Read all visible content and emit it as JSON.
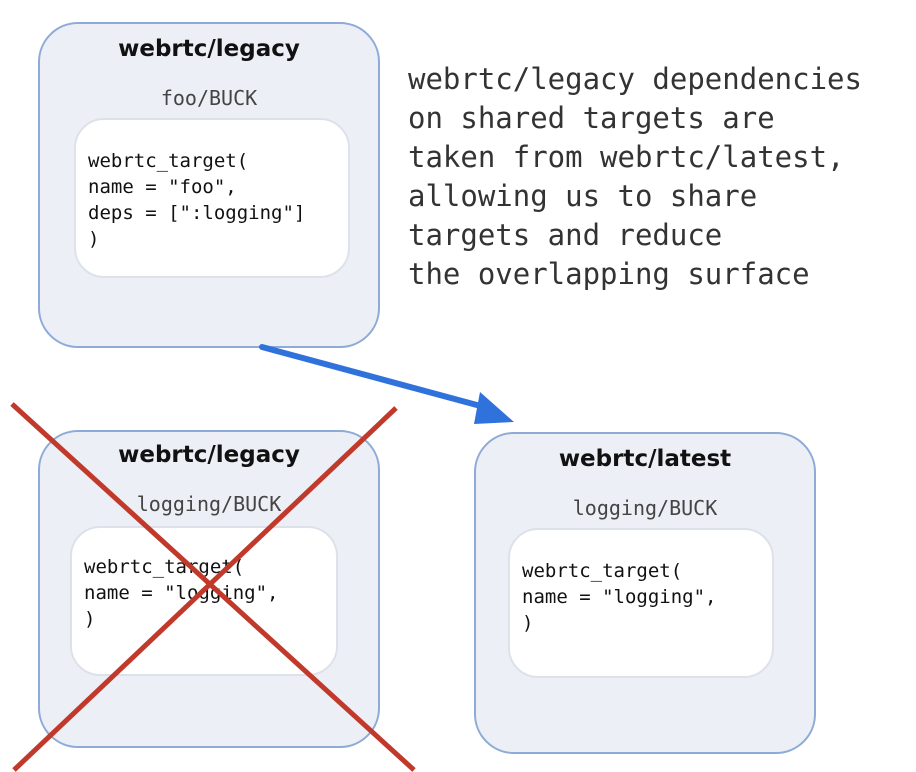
{
  "packages": [
    {
      "title": "webrtc/legacy",
      "file": "foo/BUCK",
      "code": [
        "webrtc_target(",
        "name = \"foo\",",
        "deps = [\":logging\"]",
        ")"
      ]
    },
    {
      "title": "webrtc/legacy",
      "file": "logging/BUCK",
      "code": [
        "webrtc_target(",
        "name = \"logging\",",
        ")"
      ]
    },
    {
      "title": "webrtc/latest",
      "file": "logging/BUCK",
      "code": [
        "webrtc_target(",
        "name = \"logging\",",
        ")"
      ]
    }
  ],
  "description": [
    "webrtc/legacy dependencies",
    "on shared targets are",
    "taken from webrtc/latest,",
    "allowing us to share",
    "targets and reduce",
    "the overlapping surface"
  ],
  "colors": {
    "arrow": "#2f72dc",
    "cross": "#c0392b",
    "box_border": "#8eaad6",
    "box_fill": "#eceff5"
  }
}
